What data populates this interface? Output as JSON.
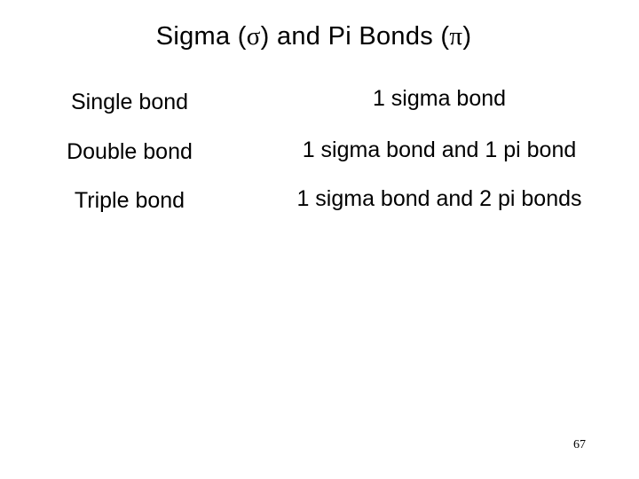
{
  "slide": {
    "title": {
      "prefix": "Sigma (",
      "sigma_symbol": "σ",
      "middle": ") and Pi Bonds (",
      "pi_symbol": "π",
      "suffix": ")"
    },
    "bond_table": {
      "rows": [
        {
          "label": "Single bond",
          "description": "1 sigma bond"
        },
        {
          "label": "Double bond",
          "description": "1 sigma bond and 1 pi bond"
        },
        {
          "label": "Triple bond",
          "description": "1 sigma bond and 2 pi bonds"
        }
      ]
    },
    "page_number": "67",
    "colors": {
      "background": "#ffffff",
      "text": "#000000"
    }
  }
}
